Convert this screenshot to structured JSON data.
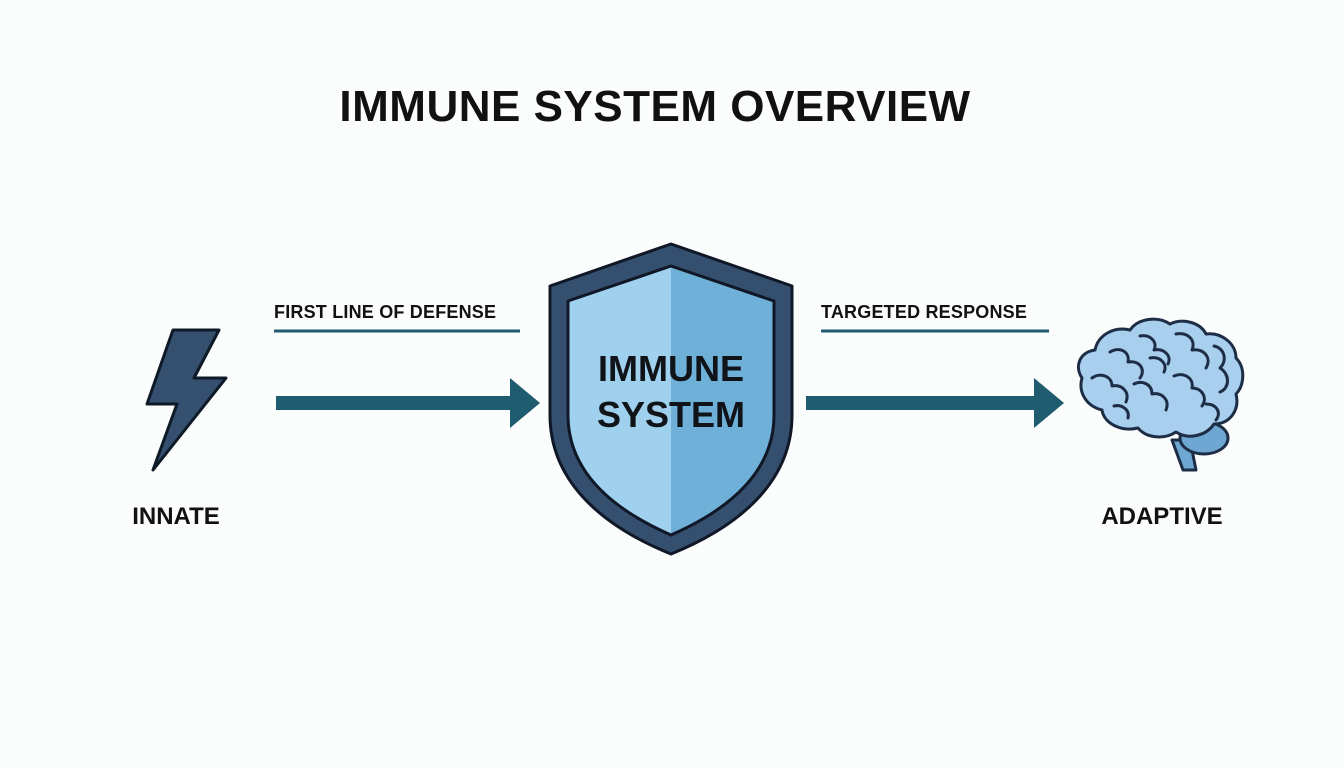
{
  "title": "IMMUNE SYSTEM OVERVIEW",
  "left_node": {
    "label": "INNATE",
    "icon": "lightning-bolt-icon"
  },
  "center_node": {
    "line1": "IMMUNE",
    "line2": "SYSTEM",
    "icon": "shield-icon"
  },
  "right_node": {
    "label": "ADAPTIVE",
    "icon": "brain-icon"
  },
  "connections": [
    {
      "from": "INNATE",
      "to": "IMMUNE SYSTEM",
      "label": "FIRST LINE OF DEFENSE"
    },
    {
      "from": "IMMUNE SYSTEM",
      "to": "ADAPTIVE",
      "label": "TARGETED RESPONSE"
    }
  ],
  "colors": {
    "arrow": "#1f5c70",
    "shield_outline": "#34506e",
    "shield_light": "#9fd0ee",
    "shield_dark": "#6fb0d8",
    "bolt": "#34506e",
    "brain_fill": "#a9cfee",
    "brain_stroke": "#1d2d45"
  }
}
